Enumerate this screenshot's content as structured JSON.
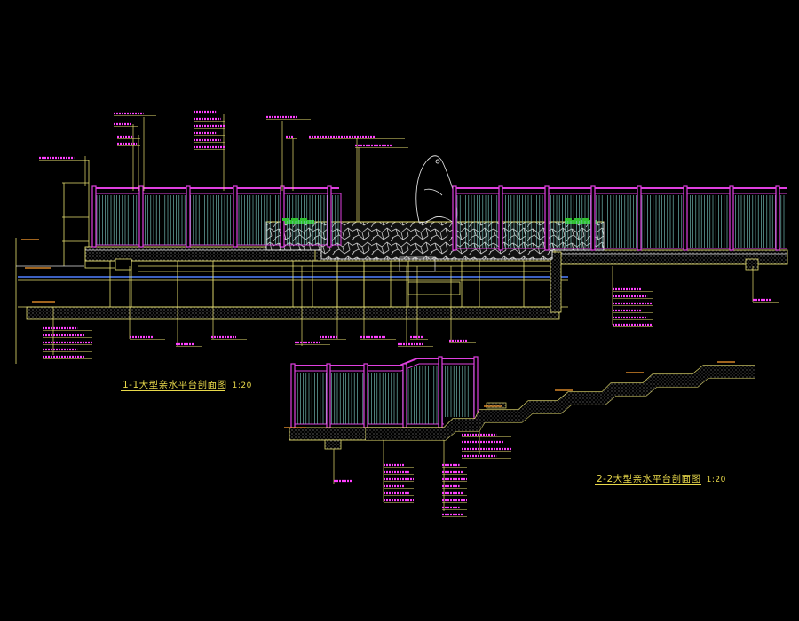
{
  "titles": {
    "section_1": {
      "text": "1-1大型亲水平台剖面图",
      "scale": "1:20"
    },
    "section_2": {
      "text": "2-2大型亲水平台剖面图",
      "scale": "1:20"
    }
  },
  "colors": {
    "background": "#000000",
    "railing": "#e040e0",
    "balusters": "#7fd0c8",
    "structure": "#e8e070",
    "hatching": "#d8d8d8",
    "callout_lines": "#e8e070",
    "callout_text": "#ff40ff",
    "elevation_marks": "#ffa030",
    "blue_lines": "#5080ff",
    "planting": "#30c030",
    "stone": "#c0c0c0"
  }
}
